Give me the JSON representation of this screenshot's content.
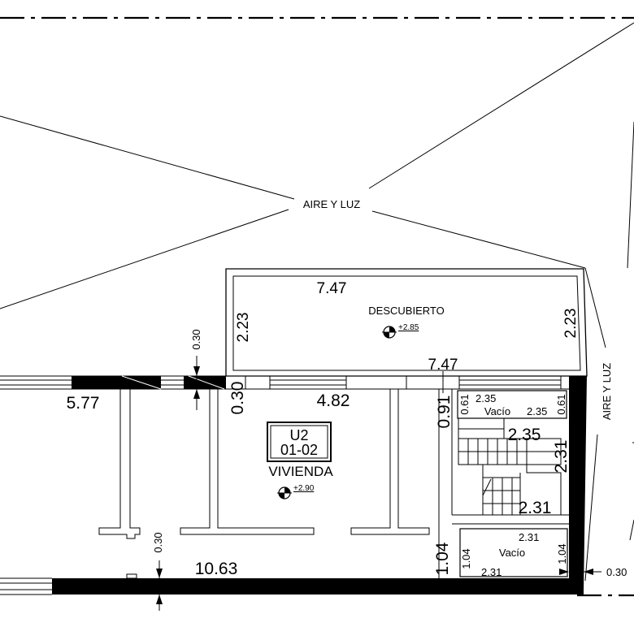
{
  "labels": {
    "aire_luz_top": "AIRE Y LUZ",
    "aire_luz_right": "AIRE Y LUZ",
    "descubierto": "DESCUBIERTO",
    "unit_code": "U2",
    "unit_number": "01-02",
    "vivienda": "VIVIENDA",
    "vacio_top": "Vacío",
    "vacio_bottom": "Vacío"
  },
  "levels": {
    "descubierto": "+2.85",
    "vivienda": "+2.90"
  },
  "dimensions": {
    "descubierto_width_top": "7.47",
    "descubierto_width_bottom": "7.47",
    "descubierto_height_left": "2.23",
    "descubierto_height_right": "2.23",
    "wall_thickness_top": "0.30",
    "wall_thickness_vertical": "0.30",
    "wall_thickness_bottom": "0.30",
    "wall_thickness_right": "0.30",
    "left_room_width": "5.77",
    "center_room_width": "4.82",
    "total_bottom_width": "10.63",
    "stair_gap_height": "0.91",
    "vacio_top_width_a": "2.35",
    "vacio_top_width_b": "2.35",
    "vacio_top_height_a": "0.61",
    "vacio_top_height_b": "0.61",
    "stair_width_upper": "2.35",
    "stair_height": "2.31",
    "stair_width_lower": "2.31",
    "lower_gap_height": "1.04",
    "vacio_bottom_height_a": "1.04",
    "vacio_bottom_height_b": "1.04",
    "vacio_bottom_width_a": "2.31",
    "vacio_bottom_width_b": "2.31"
  }
}
